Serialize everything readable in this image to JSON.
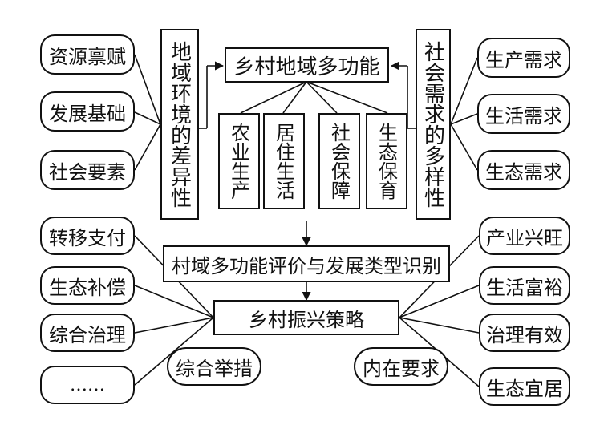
{
  "left_top_items": [
    "资源禀赋",
    "发展基础",
    "社会要素"
  ],
  "left_vertical": "地域环境的差异性",
  "center_title": "乡村地域多功能",
  "functions": [
    "农业生产",
    "居住生活",
    "社会保障",
    "生态保育"
  ],
  "right_vertical": "社会需求的多样性",
  "right_top_items": [
    "生产需求",
    "生活需求",
    "生态需求"
  ],
  "evaluation": "村域多功能评价与发展类型识别",
  "strategy": "乡村振兴策略",
  "left_bottom_items": [
    "转移支付",
    "生态补偿",
    "综合治理",
    "……"
  ],
  "left_bottom_caption": "综合举措",
  "right_bottom_items": [
    "产业兴旺",
    "生活富裕",
    "治理有效",
    "生态宜居"
  ],
  "right_bottom_caption": "内在要求"
}
